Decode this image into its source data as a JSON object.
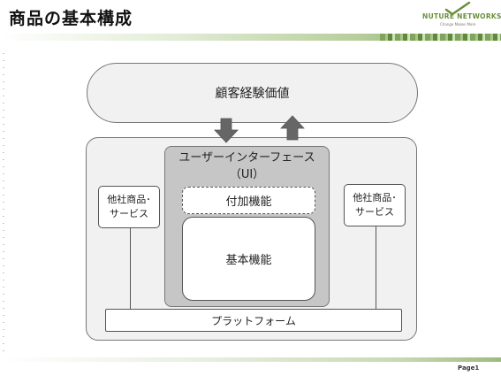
{
  "slide": {
    "title": "商品の基本構成",
    "logo_text": "NUTURE NETWORKS",
    "logo_tagline": "Change Makes More",
    "page_label": "Page1"
  },
  "diagram": {
    "customer_experience": "顧客経験価値",
    "ui_title_line1": "ユーザーインターフェース",
    "ui_title_line2": "（UI）",
    "added_functions": "付加機能",
    "core_functions": "基本機能",
    "other_products_left_line1": "他社商品･",
    "other_products_left_line2": "サービス",
    "other_products_right_line1": "他社商品･",
    "other_products_right_line2": "サービス",
    "platform": "プラットフォーム"
  },
  "colors": {
    "accent_green": "#7fa45b",
    "arrow_gray": "#666666",
    "ui_fill": "#c6c6c6",
    "outer_fill": "#f1f1f1"
  }
}
